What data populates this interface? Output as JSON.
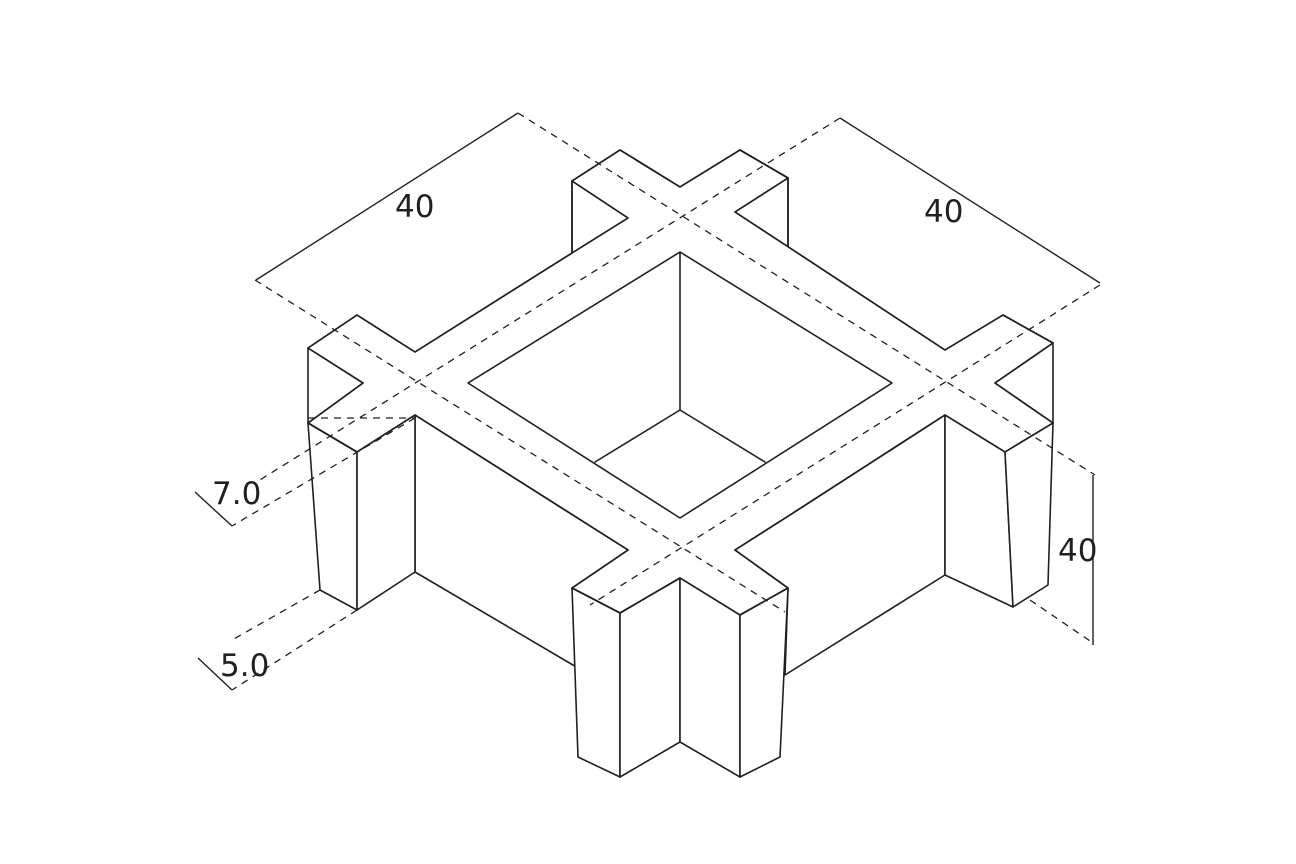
{
  "dimensions": {
    "length_left": "40",
    "length_right": "40",
    "height": "40",
    "top_thickness": "7.0",
    "bottom_thickness": "5.0"
  }
}
